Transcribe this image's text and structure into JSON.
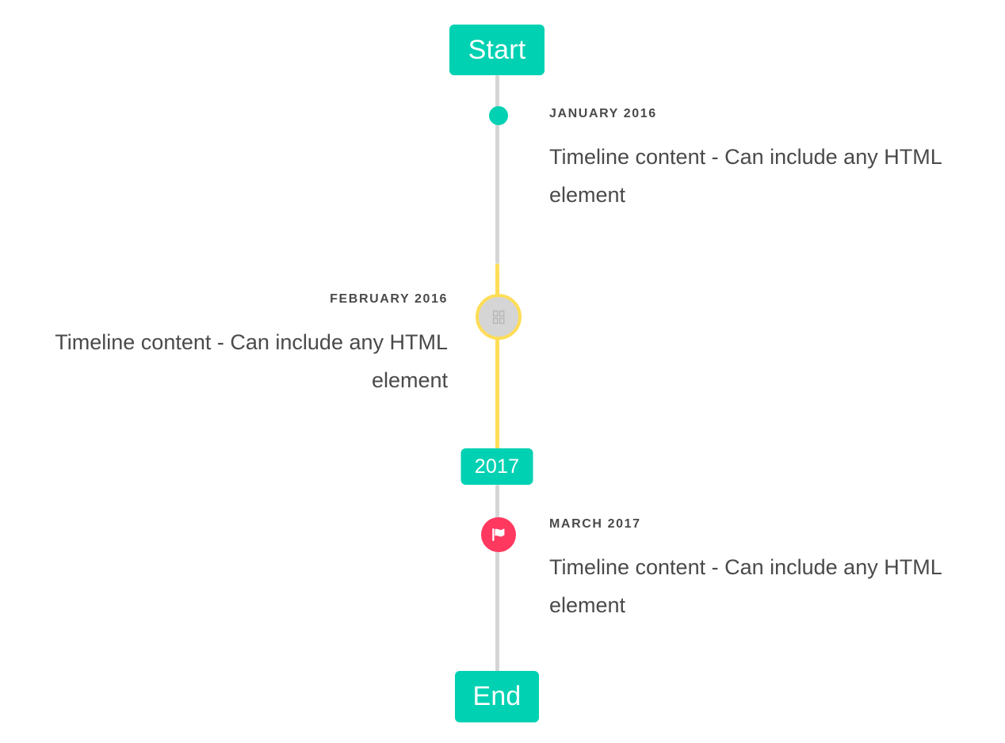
{
  "theme": {
    "accent_teal": "#00d1b2",
    "accent_yellow": "#ffdd57",
    "accent_pink": "#ff3860",
    "rail_gray": "#d5d5d5",
    "text_gray": "#4a4a4a",
    "background": "#ffffff"
  },
  "header": {
    "start_label": "Start"
  },
  "divider": {
    "year_label": "2017"
  },
  "footer": {
    "end_label": "End"
  },
  "entries": [
    {
      "date": "JANUARY 2016",
      "body": "Timeline content - Can include any HTML element",
      "side": "right",
      "marker": "dot-icon",
      "marker_color": "#00d1b2"
    },
    {
      "date": "FEBRUARY 2016",
      "body": "Timeline content - Can include any HTML element",
      "side": "left",
      "marker": "missing-glyph-icon",
      "marker_color": "#ffdd57"
    },
    {
      "date": "MARCH 2017",
      "body": "Timeline content - Can include any HTML element",
      "side": "right",
      "marker": "flag-icon",
      "marker_color": "#ff3860"
    }
  ]
}
